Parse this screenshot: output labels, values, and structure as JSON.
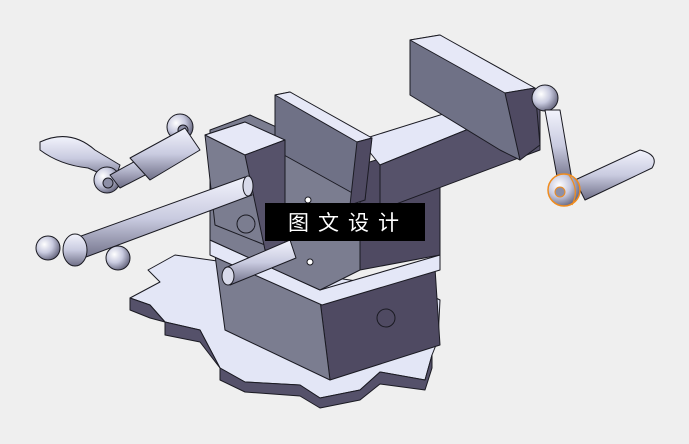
{
  "viewport": {
    "background": "#efefef",
    "model": "machine-vise-assembly",
    "colors": {
      "face_light": "#e6e8f7",
      "face_mid": "#7b7d90",
      "face_dark": "#4f4a60",
      "edge": "#1a1a22",
      "highlight": "#f08c1e"
    }
  },
  "watermark": {
    "text": "图文设计"
  },
  "selection": {
    "highlighted_part": "handle-ball-end",
    "color": "#f08c1e"
  }
}
